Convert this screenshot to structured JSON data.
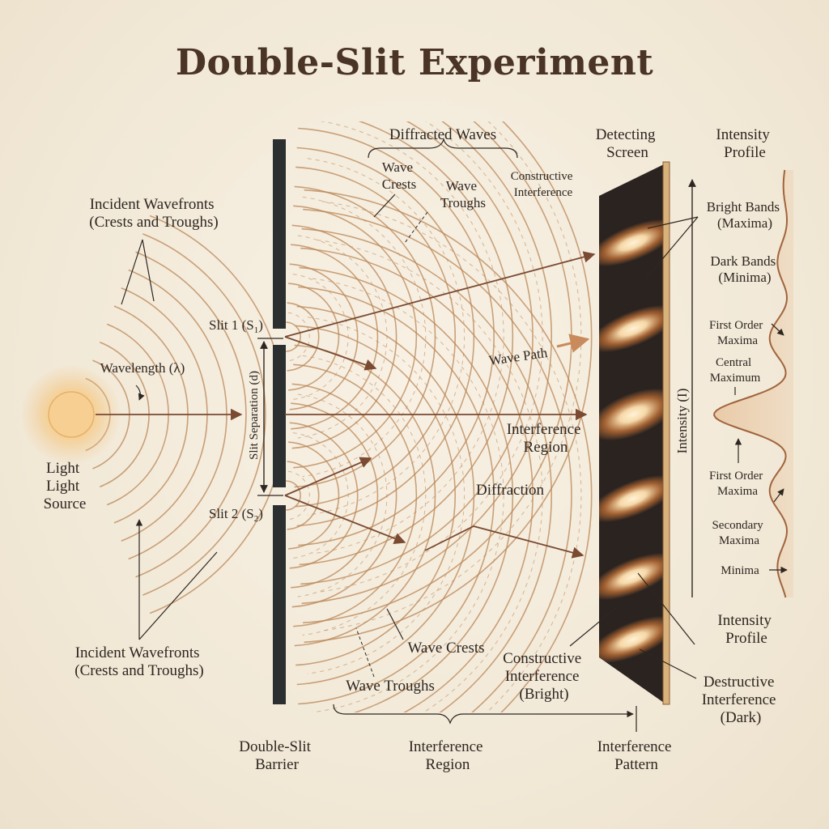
{
  "title": "Double-Slit Experiment",
  "labels": {
    "diffracted_waves": "Diffracted Waves",
    "wave_crests_top_1": "Wave",
    "wave_crests_top_2": "Crests",
    "wave_troughs_top_1": "Wave",
    "wave_troughs_top_2": "Troughs",
    "constructive_top_1": "Constructive",
    "constructive_top_2": "Interference",
    "detecting_screen_1": "Detecting",
    "detecting_screen_2": "Screen",
    "intensity_profile_top_1": "Intensity",
    "intensity_profile_top_2": "Profile",
    "incident_top_1": "Incident Wavefronts",
    "incident_top_2": "(Crests and Troughs)",
    "wavelength": "Wavelength (λ)",
    "light_source_1": "Light",
    "light_source_2": "Light",
    "light_source_3": "Source",
    "slit1": "Slit 1 (S",
    "slit1_sub": "1",
    "slit2": "Slit 2 (S",
    "slit2_sub": "2",
    "slit_close": ")",
    "slit_separation": "Slit Separation (d)",
    "wave_path": "Wave Path",
    "interference_region_mid_1": "Interference",
    "interference_region_mid_2": "Region",
    "diffraction": "Diffraction",
    "incident_bottom_1": "Incident Wavefronts",
    "incident_bottom_2": "(Crests and Troughs)",
    "wave_crests_bottom": "Wave Crests",
    "wave_troughs_bottom": "Wave Troughs",
    "constructive_bottom_1": "Constructive",
    "constructive_bottom_2": "Interference",
    "constructive_bottom_3": "(Bright)",
    "destructive_1": "Destructive",
    "destructive_2": "Interference",
    "destructive_3": "(Dark)",
    "intensity_profile_bottom_1": "Intensity",
    "intensity_profile_bottom_2": "Profile",
    "barrier_1": "Double-Slit",
    "barrier_2": "Barrier",
    "interference_region_bottom_1": "Interference",
    "interference_region_bottom_2": "Region",
    "interference_pattern_1": "Interference",
    "interference_pattern_2": "Pattern",
    "intensity_axis": "Intensity (I)",
    "bright_bands_1": "Bright Bands",
    "bright_bands_2": "(Maxima)",
    "dark_bands_1": "Dark Bands",
    "dark_bands_2": "(Minima)",
    "first_order_top_1": "First Order",
    "first_order_top_2": "Maxima",
    "central_max_1": "Central",
    "central_max_2": "Maximum",
    "first_order_bottom_1": "First Order",
    "first_order_bottom_2": "Maxima",
    "secondary_max_1": "Secondary",
    "secondary_max_2": "Maxima",
    "minima": "Minima"
  },
  "colors": {
    "wave": "#b98556",
    "ray": "#7a4a32",
    "barrier": "#2b2f2f",
    "screen_dark": "#2a2320",
    "band_bright": "#f6d8a8",
    "band_mid": "#b56a34",
    "profile_fill": "#e9c9a6",
    "profile_stroke": "#a0643c",
    "glow": "#f3c279"
  }
}
